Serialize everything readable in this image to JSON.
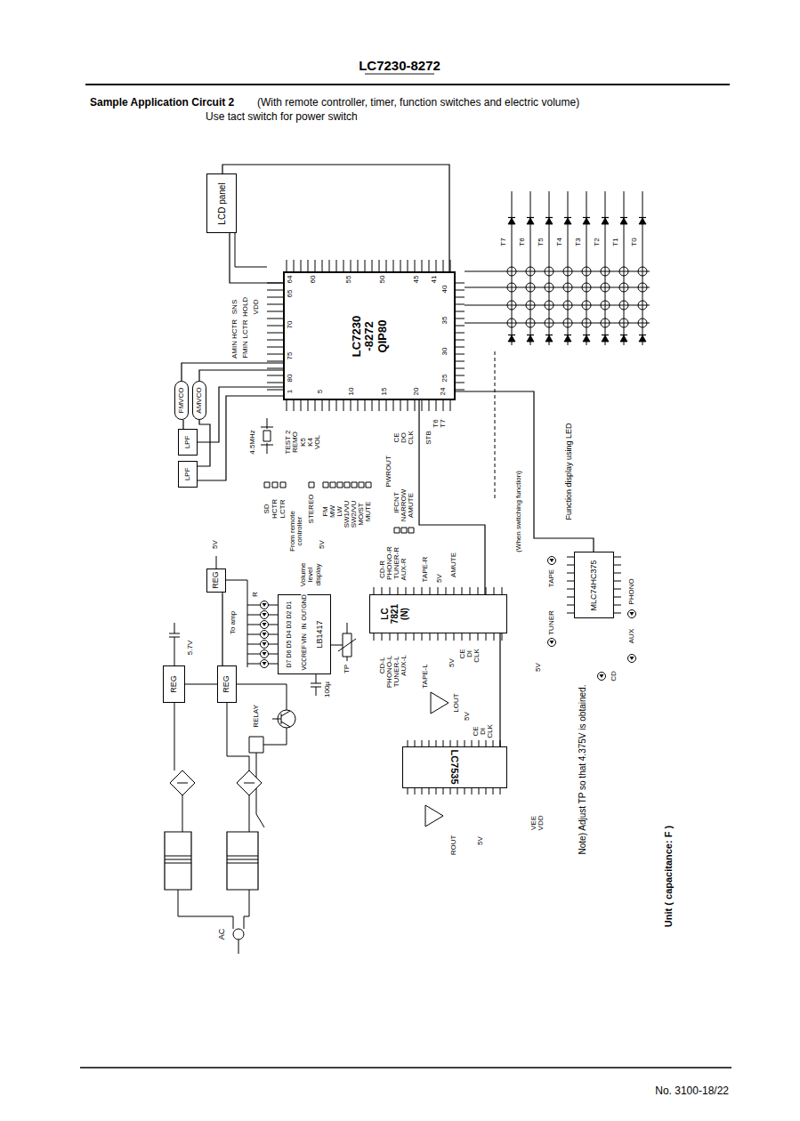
{
  "diagram": {
    "title": "LC7230-8272",
    "nodes": [
      {
        "text": [
          "LCD panel"
        ]
      },
      {
        "text": [
          "LC7230 -8272 QIP80"
        ]
      },
      {
        "text": [
          "FMVCO"
        ]
      },
      {
        "text": [
          "AMVCO"
        ]
      },
      {
        "text": [
          "LPF"
        ]
      },
      {
        "text": [
          "LPF"
        ]
      },
      {
        "text": [
          "REG"
        ]
      },
      {
        "text": [
          "REG"
        ]
      },
      {
        "text": [
          "REG"
        ]
      },
      {
        "text": [
          "LB1417"
        ]
      },
      {
        "text": [
          "LC 7821 (N)"
        ]
      },
      {
        "text": [
          "LC7535"
        ]
      },
      {
        "text": [
          "MLC74HC375"
        ]
      }
    ],
    "edges": [
      {
        "from": 0,
        "to": 1,
        "arrow": "none"
      },
      {
        "from": 0,
        "to": 1,
        "arrow": "none"
      },
      {
        "from": 2,
        "to": 1,
        "arrow": "none"
      },
      {
        "from": 3,
        "to": 1,
        "arrow": "none"
      },
      {
        "from": 4,
        "to": 2,
        "arrow": "none"
      },
      {
        "from": 5,
        "to": 3,
        "arrow": "none"
      },
      {
        "from": 1,
        "to": 4,
        "arrow": "none"
      },
      {
        "from": 1,
        "to": 5,
        "arrow": "none"
      },
      {
        "from": 8,
        "to": 6,
        "arrow": "none"
      },
      {
        "from": 1,
        "to": 10,
        "arrow": "none"
      },
      {
        "from": 10,
        "to": 11,
        "arrow": "none"
      },
      {
        "from": 1,
        "to": 12,
        "arrow": "none"
      }
    ],
    "labels": [
      "Sample Application Circuit 2",
      "(With remote controller, timer, function switches and electric volume)",
      "Use tact switch for power switch",
      "No. 3100-18/22",
      "Unit ( capacitance: F )",
      "Note) Adjust TP so that 4.375V is obtained.",
      "1",
      "5",
      "10",
      "15",
      "20",
      "24",
      "25",
      "30",
      "35",
      "40",
      "41",
      "45",
      "50",
      "55",
      "60",
      "64",
      "65",
      "70",
      "75",
      "80",
      "VDD",
      "HOLD",
      "SNS",
      "LCTR",
      "HCTR",
      "FMIN",
      "AMIN",
      "4.5MHz",
      "TEST 2",
      "REMO",
      "K5",
      "K4",
      "VOL",
      "CE",
      "DO",
      "CLK",
      "PWROUT",
      "STB",
      "T6",
      "T7",
      "SD",
      "HCTR",
      "LCTR",
      "From remote controller",
      "STEREO",
      "FM",
      "MW",
      "LW",
      "SW1/VU",
      "SW2/VU",
      "MO/ST",
      "MUTE",
      "IFCNT",
      "NARROW",
      "AMUTE",
      "(When switching function)",
      "Function display using LED",
      "T7",
      "T6",
      "T5",
      "T4",
      "T3",
      "T2",
      "T1",
      "T0",
      "Volume level display",
      "5V",
      "R",
      "D7",
      "D6",
      "D5",
      "D4",
      "D3",
      "D2",
      "D1",
      "VCC",
      "REF",
      "VIN",
      "IN",
      "OUT",
      "GND",
      "TP",
      "100µ",
      "5V",
      "To amp",
      "5.7V",
      "RELAY",
      "AC",
      "CD-R",
      "PHONO-R",
      "TUNER-R",
      "AUX-R",
      "TAPE-R",
      "5V",
      "AMUTE",
      "CD-L",
      "PHONO-L",
      "TUNER-L",
      "AUX-L",
      "TAPE-L",
      "5V",
      "CE",
      "DI",
      "CLK",
      "LOUT",
      "5V",
      "CE",
      "DI",
      "CLK",
      "ROUT",
      "5V",
      "VEE",
      "VDD",
      "TAPE",
      "TUNER",
      "CD",
      "AUX",
      "PHONO",
      "5V"
    ]
  }
}
